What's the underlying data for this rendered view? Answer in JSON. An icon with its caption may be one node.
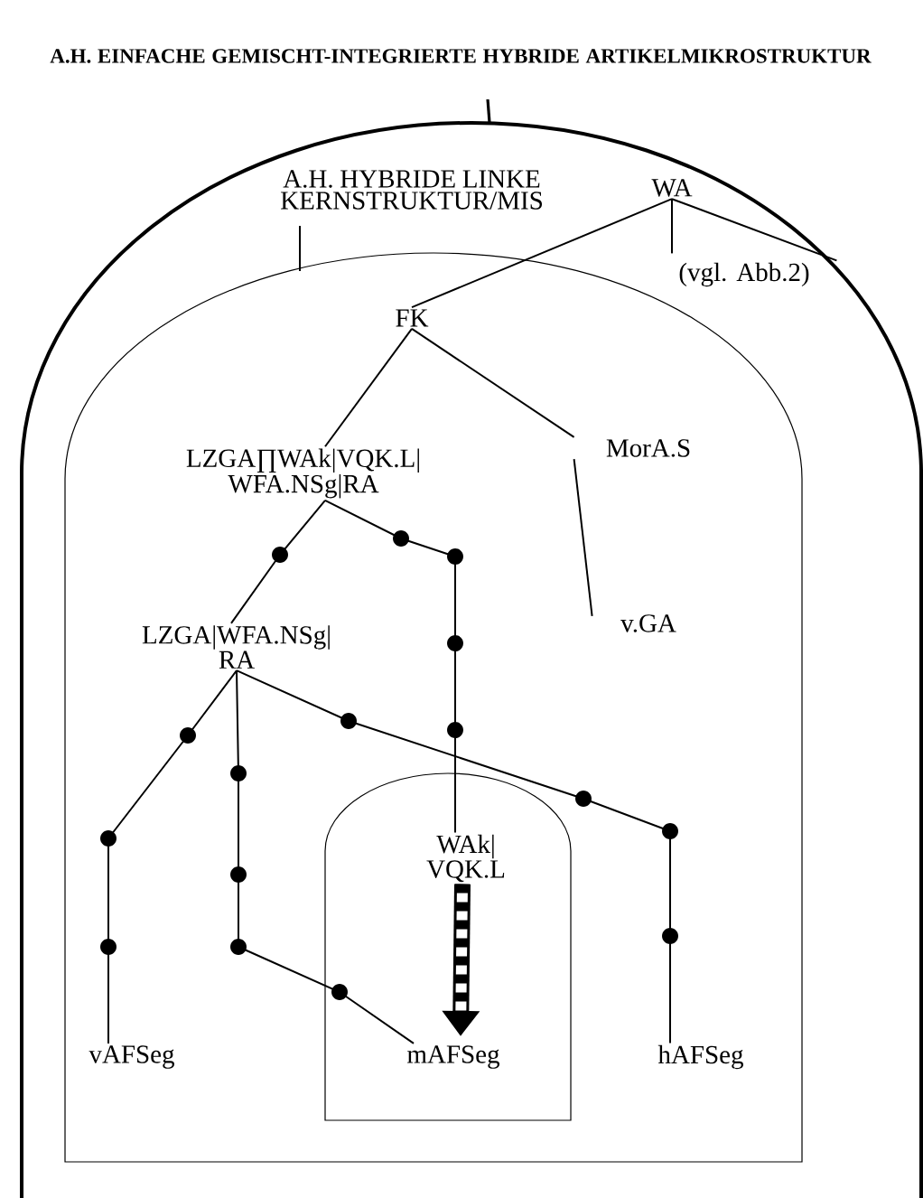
{
  "diagram": {
    "nodes": [
      {
        "text": [
          "A.H. EINFACHE GEMISCHT-INTEGRIERTE HYBRIDE ARTIKELMIKROSTRUKTUR"
        ]
      },
      {
        "text": [
          "A.H. HYBRIDE LINKE KERNSTRUKTUR/MIS"
        ],
        "in": 0
      },
      {
        "text": [
          "WA"
        ],
        "in": 0
      },
      {
        "text": [
          "(vgl. Abb.2)"
        ],
        "in": 0
      },
      {
        "text": [
          "FK"
        ],
        "in": 1
      },
      {
        "text": [
          "LZGA∏WAk|VQK.L| WFA.NSg|RA"
        ],
        "in": 1
      },
      {
        "text": [
          "MorA.S"
        ],
        "in": 1
      },
      {
        "text": [
          "LZGA|WFA.NSg| RA"
        ],
        "in": 1
      },
      {
        "text": [
          "v.GA"
        ],
        "in": 1
      },
      {
        "text": [],
        "shape": "arch",
        "in": 1
      },
      {
        "text": [
          "WAk| VQK.L"
        ],
        "in": 9
      },
      {
        "text": [
          "mAFSeg"
        ],
        "in": 9
      },
      {
        "text": [
          "vAFSeg"
        ],
        "in": 1
      },
      {
        "text": [
          "hAFSeg"
        ],
        "in": 1
      }
    ],
    "edges": [
      {
        "from": 2,
        "to": 4,
        "arrow": "none"
      },
      {
        "from": 2,
        "to": 3,
        "arrow": "none"
      },
      {
        "from": 2,
        "to": 3,
        "arrow": "none"
      },
      {
        "from": 4,
        "to": 5,
        "arrow": "none"
      },
      {
        "from": 4,
        "to": 6,
        "arrow": "none"
      },
      {
        "from": 6,
        "to": 8,
        "arrow": "none"
      },
      {
        "from": 5,
        "to": 7,
        "arrow": "none"
      },
      {
        "from": 5,
        "to": 10,
        "arrow": "none"
      },
      {
        "from": 7,
        "to": 12,
        "arrow": "none"
      },
      {
        "from": 7,
        "to": 11,
        "arrow": "none"
      },
      {
        "from": 7,
        "to": 13,
        "arrow": "none"
      },
      {
        "from": 10,
        "to": 11,
        "arrow": "to",
        "style": "thick"
      }
    ]
  }
}
